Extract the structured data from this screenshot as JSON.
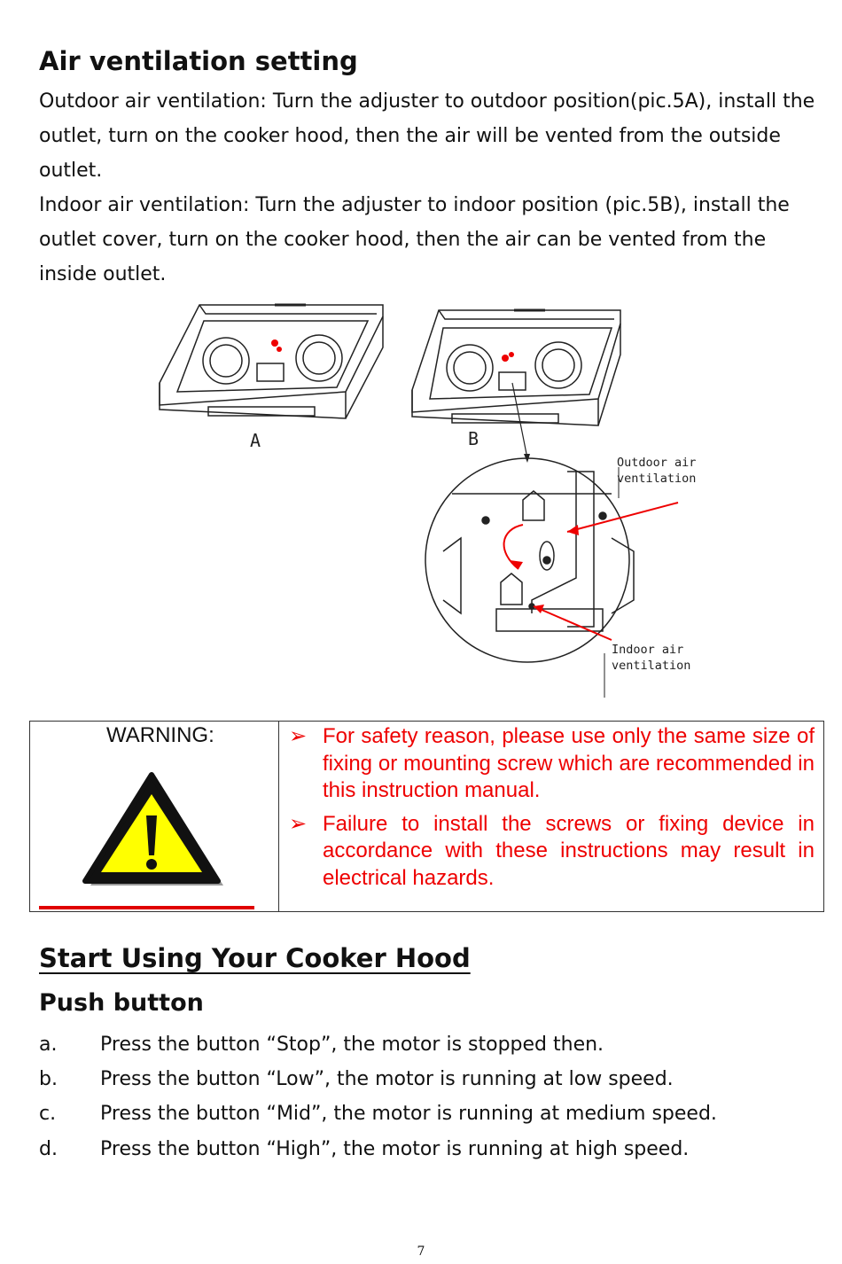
{
  "section": {
    "title": "Air ventilation setting",
    "outdoor_text": "Outdoor air ventilation: Turn the adjuster to outdoor position(pic.5A), install the outlet, turn on the cooker hood, then the air will be vented from the outside outlet.",
    "indoor_text": "Indoor air ventilation: Turn the adjuster to indoor position (pic.5B), install the outlet cover, turn on the cooker hood, then the air can be vented from the inside outlet."
  },
  "figure": {
    "label_a": "A",
    "label_b": "B",
    "outdoor_label_1": "Outdoor air",
    "outdoor_label_2": "ventilation",
    "indoor_label_1": "Indoor air",
    "indoor_label_2": "ventilation"
  },
  "warning": {
    "title": "WARNING:",
    "items": [
      "For safety reason, please use only the same size of fixing or mounting screw which are recommended in this instruction manual.",
      "Failure to install the screws or fixing device in accordance with these instructions may result in electrical hazards."
    ],
    "arrow_glyph": "➢",
    "text_color": "#ee0000"
  },
  "start": {
    "title": "Start Using Your Cooker Hood",
    "subtitle": "Push button",
    "items": [
      {
        "letter": "a.",
        "text": "Press the button “Stop”, the motor is stopped then."
      },
      {
        "letter": "b.",
        "text": "Press the button “Low”, the motor is running at low speed."
      },
      {
        "letter": "c.",
        "text": "Press the button “Mid”, the motor is running at medium speed."
      },
      {
        "letter": "d.",
        "text": "Press the button “High”, the motor is running at high speed."
      }
    ]
  },
  "page_number": "7"
}
